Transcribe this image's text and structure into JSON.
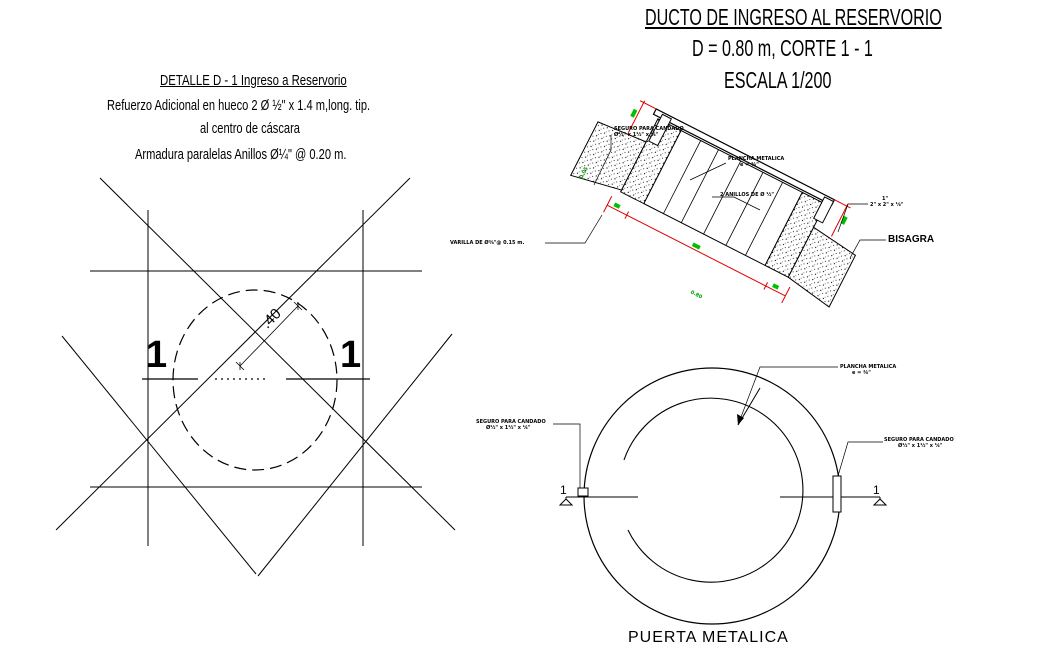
{
  "left_detail": {
    "title": "DETALLE D - 1 Ingreso a Reservorio",
    "note_line1": "Refuerzo Adicional en hueco  2 Ø ½\" x 1.4 m,long. tip.",
    "note_line2": "al centro de cáscara",
    "note_line3": "Armadura paralelas Anillos  Ø¼\" @ 0.20 m.",
    "dimension": ".40",
    "section_left": "1",
    "section_right": "1"
  },
  "right_detail": {
    "title_line1": "DUCTO DE INGRESO AL RESERVORIO",
    "title_line2": "D = 0.80 m, CORTE 1 - 1",
    "title_line3": "ESCALA 1/200",
    "callout_seguro_top": "SEGURO PARA CANDADO",
    "callout_seguro_top_dim": "Ø½\" x 1½\" x ¼\"",
    "callout_plancha": "PLANCHA METALICA",
    "callout_plancha_dim": "e = ⅜\"",
    "callout_anillos": "2 ANILLOS DE Ø ½\"",
    "callout_angle": "1\"",
    "callout_angle_dim": "2\" x 2\" x ⅛\"",
    "callout_bisagra": "BISAGRA",
    "callout_varilla": "VARILLA DE Ø⅜\"@ 0.15 m.",
    "callout_plancha2": "PLANCHA METALICA",
    "callout_plancha2_dim": "e = ⅜\"",
    "callout_seguro_left": "SEGURO PARA CANDADO",
    "callout_seguro_left_dim": "Ø½\" x 1½\" x ¼\"",
    "callout_seguro_right": "SEGURO PARA CANDADO",
    "callout_seguro_right_dim": "Ø½\" x 1½\" x ¼\"",
    "section_left": "1",
    "section_right": "1",
    "plan_label": "PUERTA  METALICA",
    "dim_small": "0.05",
    "dim_main": "0.80"
  }
}
